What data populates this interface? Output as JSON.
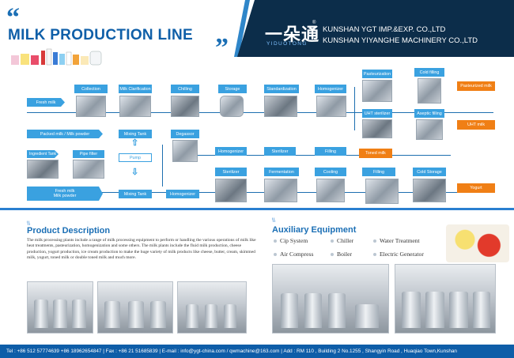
{
  "header": {
    "quote_open": "“",
    "quote_close": "”",
    "title": "MILK PRODUCTION LINE",
    "logo_text": "一朵通",
    "logo_sub": "YIDUOTONG",
    "logo_reg": "®",
    "company_line1": "KUNSHAN YGT IMP.&EXP. CO.,LTD",
    "company_line2": "KUNSHAN YIYANGHE MACHINERY CO.,LTD"
  },
  "flow": {
    "fresh_milk": "Fresh milk",
    "collection": "Collection",
    "milk_clarification": "Milk Clarification",
    "chilling": "Chilling",
    "storage": "Storage",
    "standardization": "Standardization",
    "homogenizer_top": "Homogenizer",
    "pasteurization": "Pasteurization",
    "cold_filling": "Cold filling",
    "pasteurized_milk": "Pasteurized milk",
    "uht_sterilizer": "UHT sterilizer",
    "aseptic_filling": "Aseptic filling",
    "uht_milk": "UHT milk",
    "packed_milk": "Packed milk / Milk powder",
    "mixing_tank_1": "Mixing Tank",
    "degassor": "Degassor",
    "ingredient_tank": "Ingredient  Tank",
    "pipe_filter": "Pipe filter",
    "pump": "Pump",
    "homogenizer_mid": "Homogenizer",
    "sterilizer_mid": "Sterilizer",
    "filling_mid": "Filling",
    "toned_milk": "Toned milk",
    "fresh_milk_powder_1": "Fresh milk",
    "fresh_milk_powder_2": "Milk powder",
    "mixing_tank_2": "Mixing Tank",
    "homogenizer_bot": "Homogenizer",
    "sterilizer_bot": "Sterilizer",
    "fermentation": "Fermentation",
    "cooling": "Cooling",
    "filling_bot": "Filling",
    "cold_storage": "Cold Storage",
    "yogurt": "Yogurt"
  },
  "product": {
    "mark": "\\\\",
    "title": "Product Description",
    "text": "The milk processing plants include a range of milk processing equipment to perform or handling the various operations of milk like heat treatments, pasteurization, homogenization and some others. The milk plants include the fluid milk production, cheese production, yogurt production, ice cream production to make the huge variety of milk products like cheese, butter, cream, skimmed milk, yogurt, toned milk or double toned milk and much more."
  },
  "auxiliary": {
    "mark": "\\\\",
    "title": "Auxiliary Equipment",
    "items": [
      "Cip System",
      "Chiller",
      "Water Treatment",
      "Air Compress",
      "Boiler",
      "Electric Generator"
    ]
  },
  "footer": {
    "text": "Tel : +86 512 57774639  +86 18962654847  |  Fax : +86 21 51685839  |  E-mail : info@ygt-china.com  /  qwmachine@163.com  |  Add : RM 110 , Building 2 No.1255 , Shangyin Road ,    Huaqiao Town,Kunshan"
  },
  "colors": {
    "brand_blue": "#1b6fb5",
    "flow_box": "#3aa1e0",
    "output_box": "#f07f15",
    "banner": "#0c2d4a",
    "footer": "#0e5da8"
  }
}
